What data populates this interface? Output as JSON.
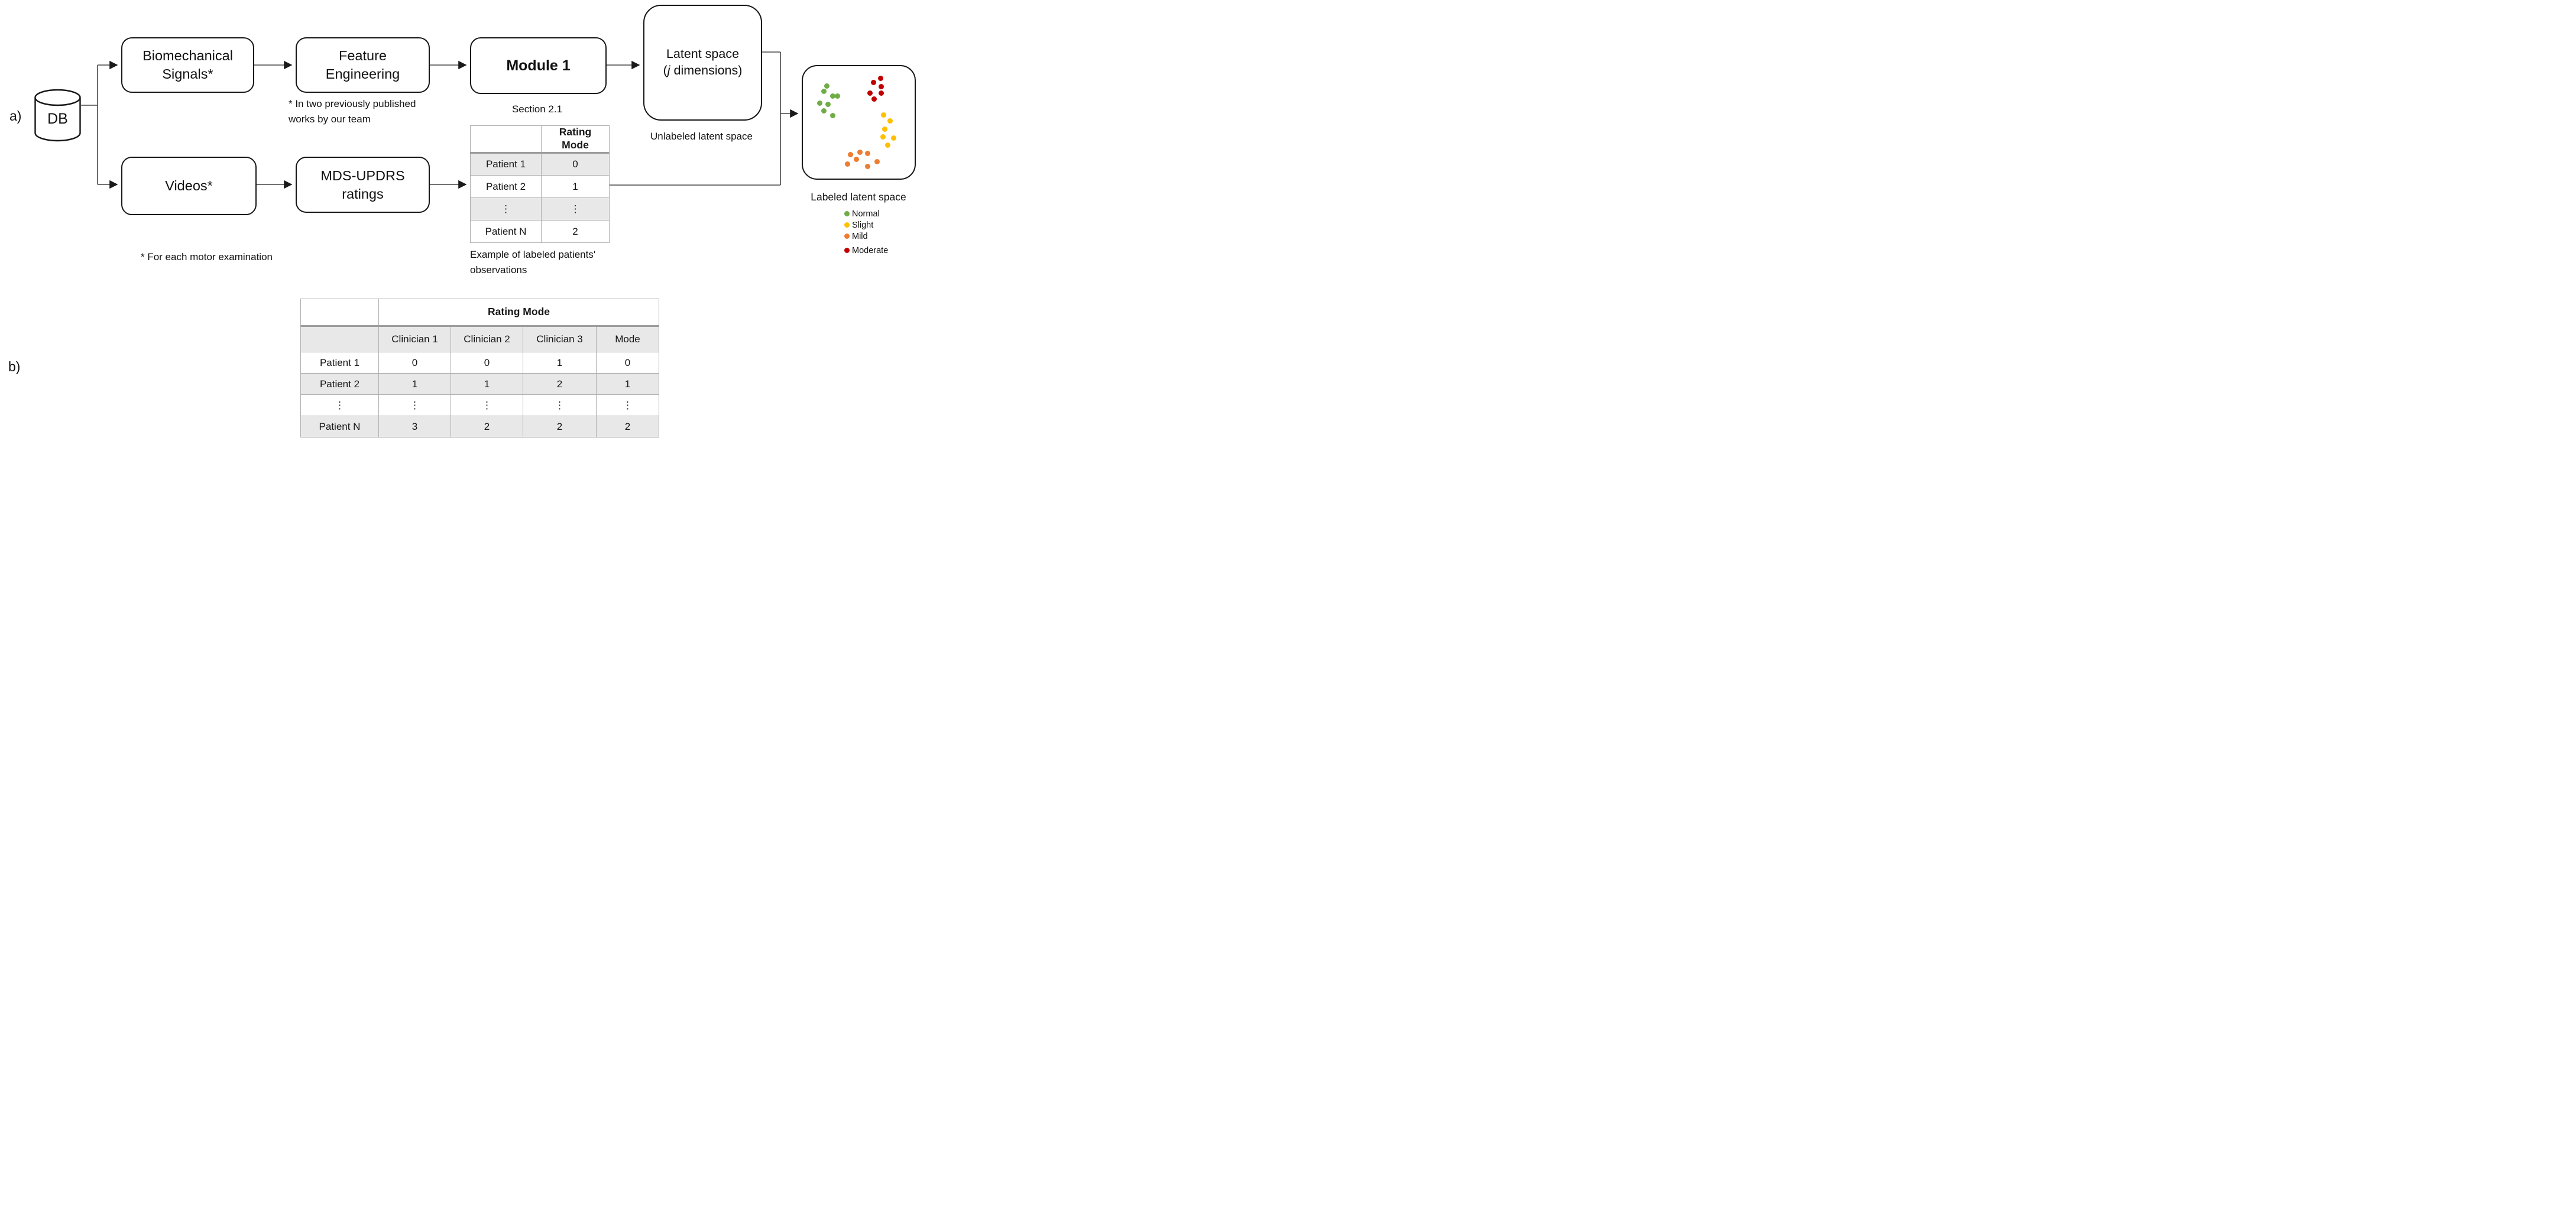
{
  "panels": {
    "a": "a)",
    "b": "b)"
  },
  "db": {
    "label": "DB"
  },
  "nodes": {
    "biomechanical": {
      "label": "Biomechanical Signals*"
    },
    "feature_engineering": {
      "label": "Feature Engineering"
    },
    "module1": {
      "label": "Module 1"
    },
    "latent_space": {
      "line1": "Latent space",
      "open": "(",
      "var": "j",
      "rest": " dimensions)"
    },
    "videos": {
      "label": "Videos*"
    },
    "mds_updrs": {
      "label": "MDS-UPDRS ratings"
    }
  },
  "notes": {
    "published": "* In two previously published\nworks by our team",
    "section": "Section 2.1",
    "unlabeled": "Unlabeled latent space",
    "motor": "* For each motor examination",
    "example": "Example of labeled patients'\nobservations",
    "labeled": "Labeled latent space"
  },
  "table_a": {
    "header": [
      "",
      "Rating\nMode"
    ],
    "rows": [
      [
        "Patient 1",
        "0"
      ],
      [
        "Patient 2",
        "1"
      ],
      [
        "⋮",
        "⋮"
      ],
      [
        "Patient N",
        "2"
      ]
    ]
  },
  "table_b": {
    "span_header": "Rating Mode",
    "subheader": [
      "",
      "Clinician 1",
      "Clinician 2",
      "Clinician 3",
      "Mode"
    ],
    "rows": [
      [
        "Patient 1",
        "0",
        "0",
        "1",
        "0"
      ],
      [
        "Patient 2",
        "1",
        "1",
        "2",
        "1"
      ],
      [
        "⋮",
        "⋮",
        "⋮",
        "⋮",
        "⋮"
      ],
      [
        "Patient N",
        "3",
        "2",
        "2",
        "2"
      ]
    ]
  },
  "legend": [
    {
      "label": "Normal",
      "color": "#70AD47"
    },
    {
      "label": "Slight",
      "color": "#FFC000"
    },
    {
      "label": "Mild",
      "color": "#ED7D31"
    },
    {
      "label": "Moderate",
      "color": "#C00000"
    }
  ],
  "scatter": {
    "clusters": [
      {
        "name": "Normal",
        "color": "#70AD47",
        "points": [
          [
            40.8,
            33.8
          ],
          [
            35.2,
            42.8
          ],
          [
            50.8,
            50.0
          ],
          [
            58.0,
            50.0
          ],
          [
            28.0,
            62.9
          ],
          [
            42.2,
            64.4
          ],
          [
            35.7,
            75.6
          ],
          [
            50.1,
            83.8
          ]
        ]
      },
      {
        "name": "Moderate",
        "color": "#C00000",
        "points": [
          [
            131.7,
            20.1
          ],
          [
            119.6,
            27.4
          ],
          [
            132.5,
            34.6
          ],
          [
            113.8,
            45.0
          ],
          [
            132.5,
            45.0
          ],
          [
            120.2,
            55.5
          ]
        ]
      },
      {
        "name": "Slight",
        "color": "#FFC000",
        "points": [
          [
            136.1,
            82.1
          ],
          [
            147.4,
            92.5
          ],
          [
            138.2,
            106.2
          ],
          [
            135.3,
            119.1
          ],
          [
            153.3,
            121.6
          ],
          [
            143.8,
            133.6
          ]
        ]
      },
      {
        "name": "Mild",
        "color": "#ED7D31",
        "points": [
          [
            80.1,
            149.0
          ],
          [
            96.6,
            145.0
          ],
          [
            109.6,
            147.3
          ],
          [
            90.9,
            157.7
          ],
          [
            125.3,
            161.0
          ],
          [
            75.2,
            165.9
          ],
          [
            109.6,
            169.9
          ]
        ]
      }
    ]
  },
  "colors": {
    "row_shade": "#e8e8e8",
    "table_border": "#aeaeae",
    "box_border": "#161616"
  }
}
